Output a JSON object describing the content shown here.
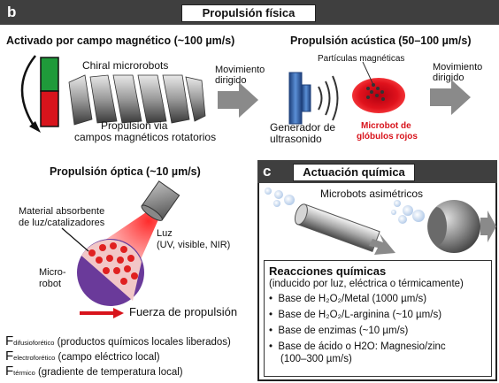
{
  "panel_b": {
    "letter": "b",
    "title": "Propulsión física",
    "magnetic": {
      "heading": "Activado por campo magnético (~100 µm/s)",
      "robot_label": "Chiral microrobots",
      "caption_line1": "Propulsion via",
      "caption_line2": "campos magnéticos rotatorios",
      "direction_line1": "Movimiento",
      "direction_line2": "dirigido"
    },
    "acoustic": {
      "heading": "Propulsión acústica (50–100 µm/s)",
      "particles_label": "Partículas magnéticas",
      "generator_line1": "Generador de",
      "generator_line2": "ultrasonido",
      "rbc_line1": "Microbot de",
      "rbc_line2": "glóbulos rojos",
      "direction_line1": "Movimiento",
      "direction_line2": "dirigido"
    },
    "optical": {
      "heading": "Propulsión óptica (~10 µm/s)",
      "absorber_line1": "Material absorbente",
      "absorber_line2": "de luz/catalizadores",
      "light_line1": "Luz",
      "light_line2": "(UV, visible, NIR)",
      "micro_line1": "Micro-",
      "micro_line2": "robot",
      "force_label": "Fuerza de propulsión"
    },
    "forces": [
      {
        "symbol": "F",
        "subscript": "difusioforético",
        "text": "(productos químicos locales liberados)"
      },
      {
        "symbol": "F",
        "subscript": "electroforético",
        "text": "(campo eléctrico local)"
      },
      {
        "symbol": "F",
        "subscript": "térmico",
        "text": "(gradiente de temperatura local)"
      }
    ]
  },
  "panel_c": {
    "letter": "c",
    "title": "Actuación química",
    "microbots_label": "Microbots asimétricos",
    "reactions_title": "Reacciones químicas",
    "reactions_subtitle": "(inducido por luz, eléctrica o térmicamente)",
    "reactions": [
      "Base de H₂O₂/Metal (1000 µm/s)",
      "Base de H₂O₂/L-arginina (~10 µm/s)",
      "Base de enzimas (~10 µm/s)",
      "Base de ácido o H2O: Magnesio/zinc",
      "(100–300 µm/s)"
    ]
  },
  "colors": {
    "header_bg": "#3f3f3f",
    "red": "#d8141c",
    "green": "#1f9a3a",
    "purple": "#6a3a9a",
    "blue": "#3b6fb5",
    "arrow_gray": "#8a8a8a"
  }
}
